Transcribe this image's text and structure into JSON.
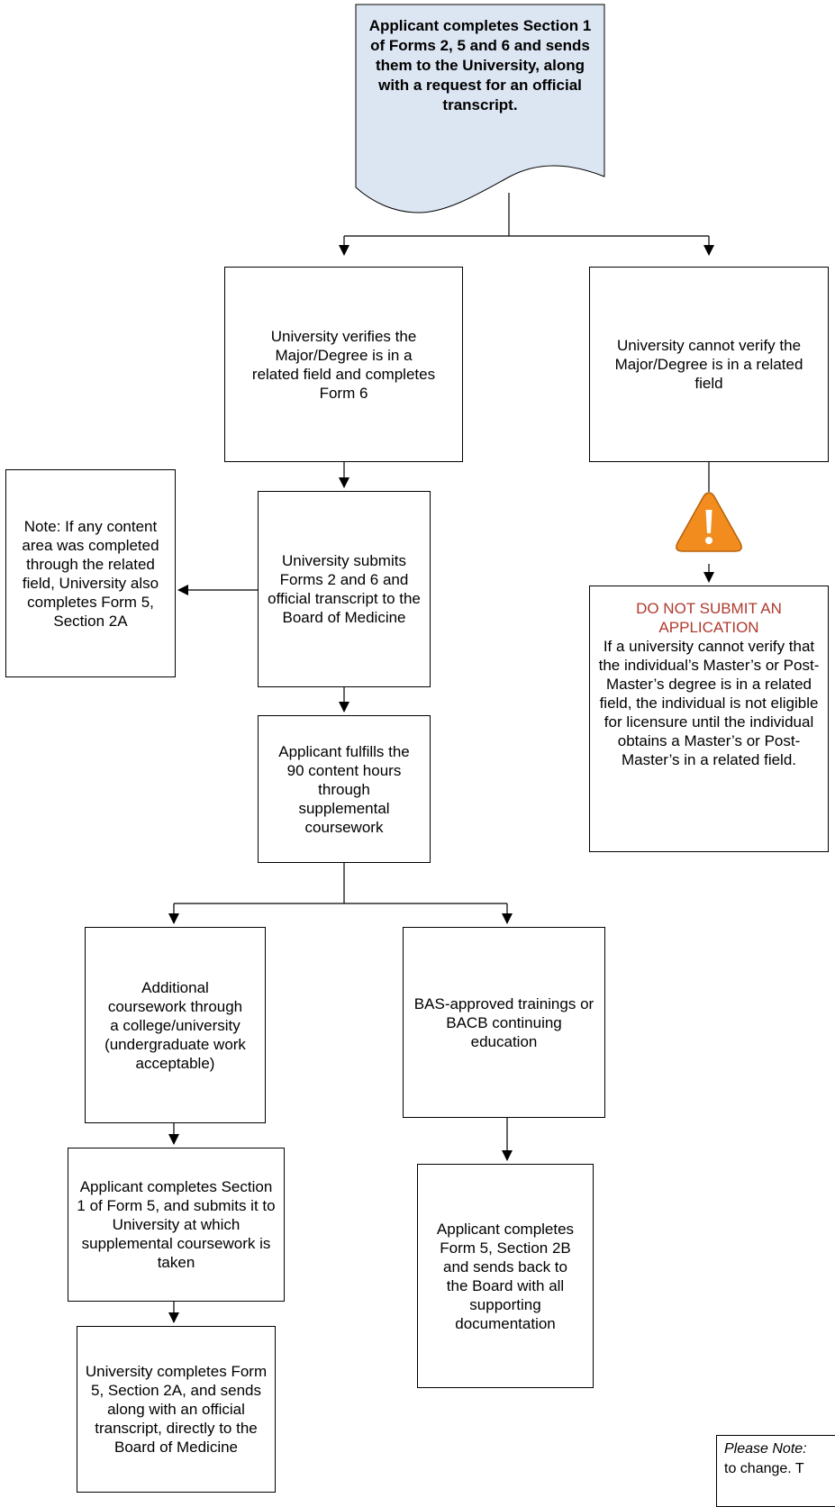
{
  "flow": {
    "start": "Applicant completes Section 1 of Forms 2, 5 and 6 and sends them to the University, along with a request for an official transcript.",
    "verifies": "University verifies the Major/Degree is in a related field and completes Form 6",
    "cannot_verify": "University cannot verify the Major/Degree is in a related field",
    "submits": "University submits Forms 2 and 6 and official transcript to the Board of Medicine",
    "note": "Note: If any content area was completed through the related field, University also completes Form 5, Section 2A",
    "fulfills": "Applicant fulfills the 90 content hours through supplemental coursework",
    "additional": "Additional coursework through a college/university (undergraduate work acceptable)",
    "bas": "BAS-approved trainings or BACB continuing education",
    "applicant_form5": "Applicant completes Section 1 of Form 5, and submits it to University at which supplemental coursework is taken",
    "university_form5": "University completes Form 5, Section 2A, and sends along with an official transcript, directly to the Board of Medicine",
    "applicant_2b": "Applicant completes Form 5, Section 2B and sends back to the Board with all supporting documentation",
    "do_not_submit_title": "DO NOT SUBMIT AN APPLICATION",
    "do_not_submit_body": "If a university cannot verify that the individual’s Master’s or Post-Master’s degree is in a related field, the individual is not eligible for licensure until the individual obtains a Master’s or Post-Master’s in a related field."
  },
  "footnote": {
    "lead": "Please Note:",
    "rest": "to change. T"
  },
  "icons": {
    "warning": "warning-icon"
  },
  "colors": {
    "warning_fill": "#f28c1e",
    "warning_text": "#b03a2e"
  }
}
